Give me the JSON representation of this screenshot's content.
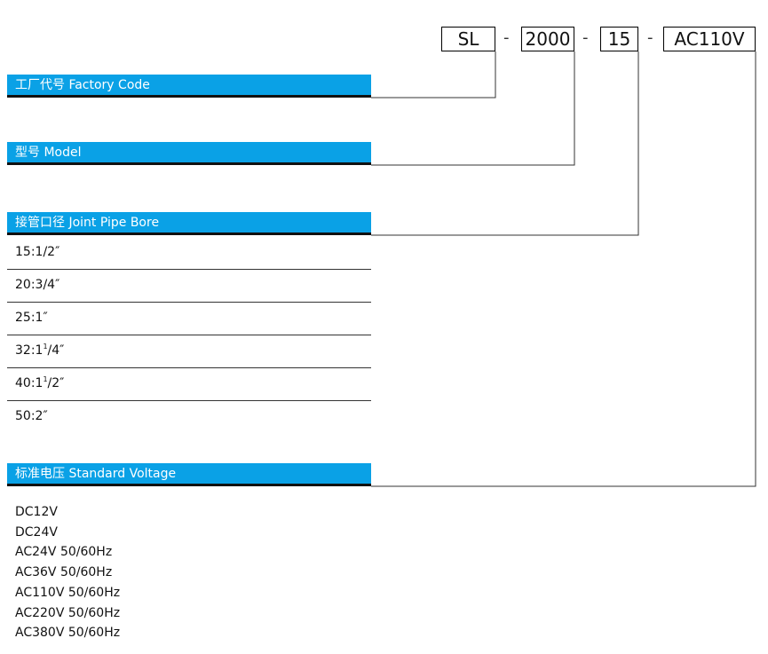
{
  "code": {
    "parts": [
      "SL",
      "2000",
      "15",
      "AC110V"
    ],
    "separator": "-"
  },
  "sections": {
    "factory_code": "工厂代号 Factory Code",
    "model": "型号 Model",
    "pipe_bore": "接管口径 Joint Pipe Bore",
    "voltage": "标准电压 Standard Voltage"
  },
  "pipe_bores": [
    {
      "prefix": "15:1/2″",
      "sup": "",
      "suffix": ""
    },
    {
      "prefix": "20:3/4″",
      "sup": "",
      "suffix": ""
    },
    {
      "prefix": "25:1″",
      "sup": "",
      "suffix": ""
    },
    {
      "prefix": "32:1",
      "sup": "1",
      "suffix": "/4″"
    },
    {
      "prefix": "40:1",
      "sup": "1",
      "suffix": "/2″"
    },
    {
      "prefix": "50:2″",
      "sup": "",
      "suffix": ""
    }
  ],
  "voltages": [
    "DC12V",
    "DC24V",
    "AC24V  50/60Hz",
    "AC36V  50/60Hz",
    "AC110V  50/60Hz",
    "AC220V  50/60Hz",
    "AC380V  50/60Hz"
  ],
  "colors": {
    "bar_blue": "#0aa1e6",
    "line": "#333333"
  }
}
